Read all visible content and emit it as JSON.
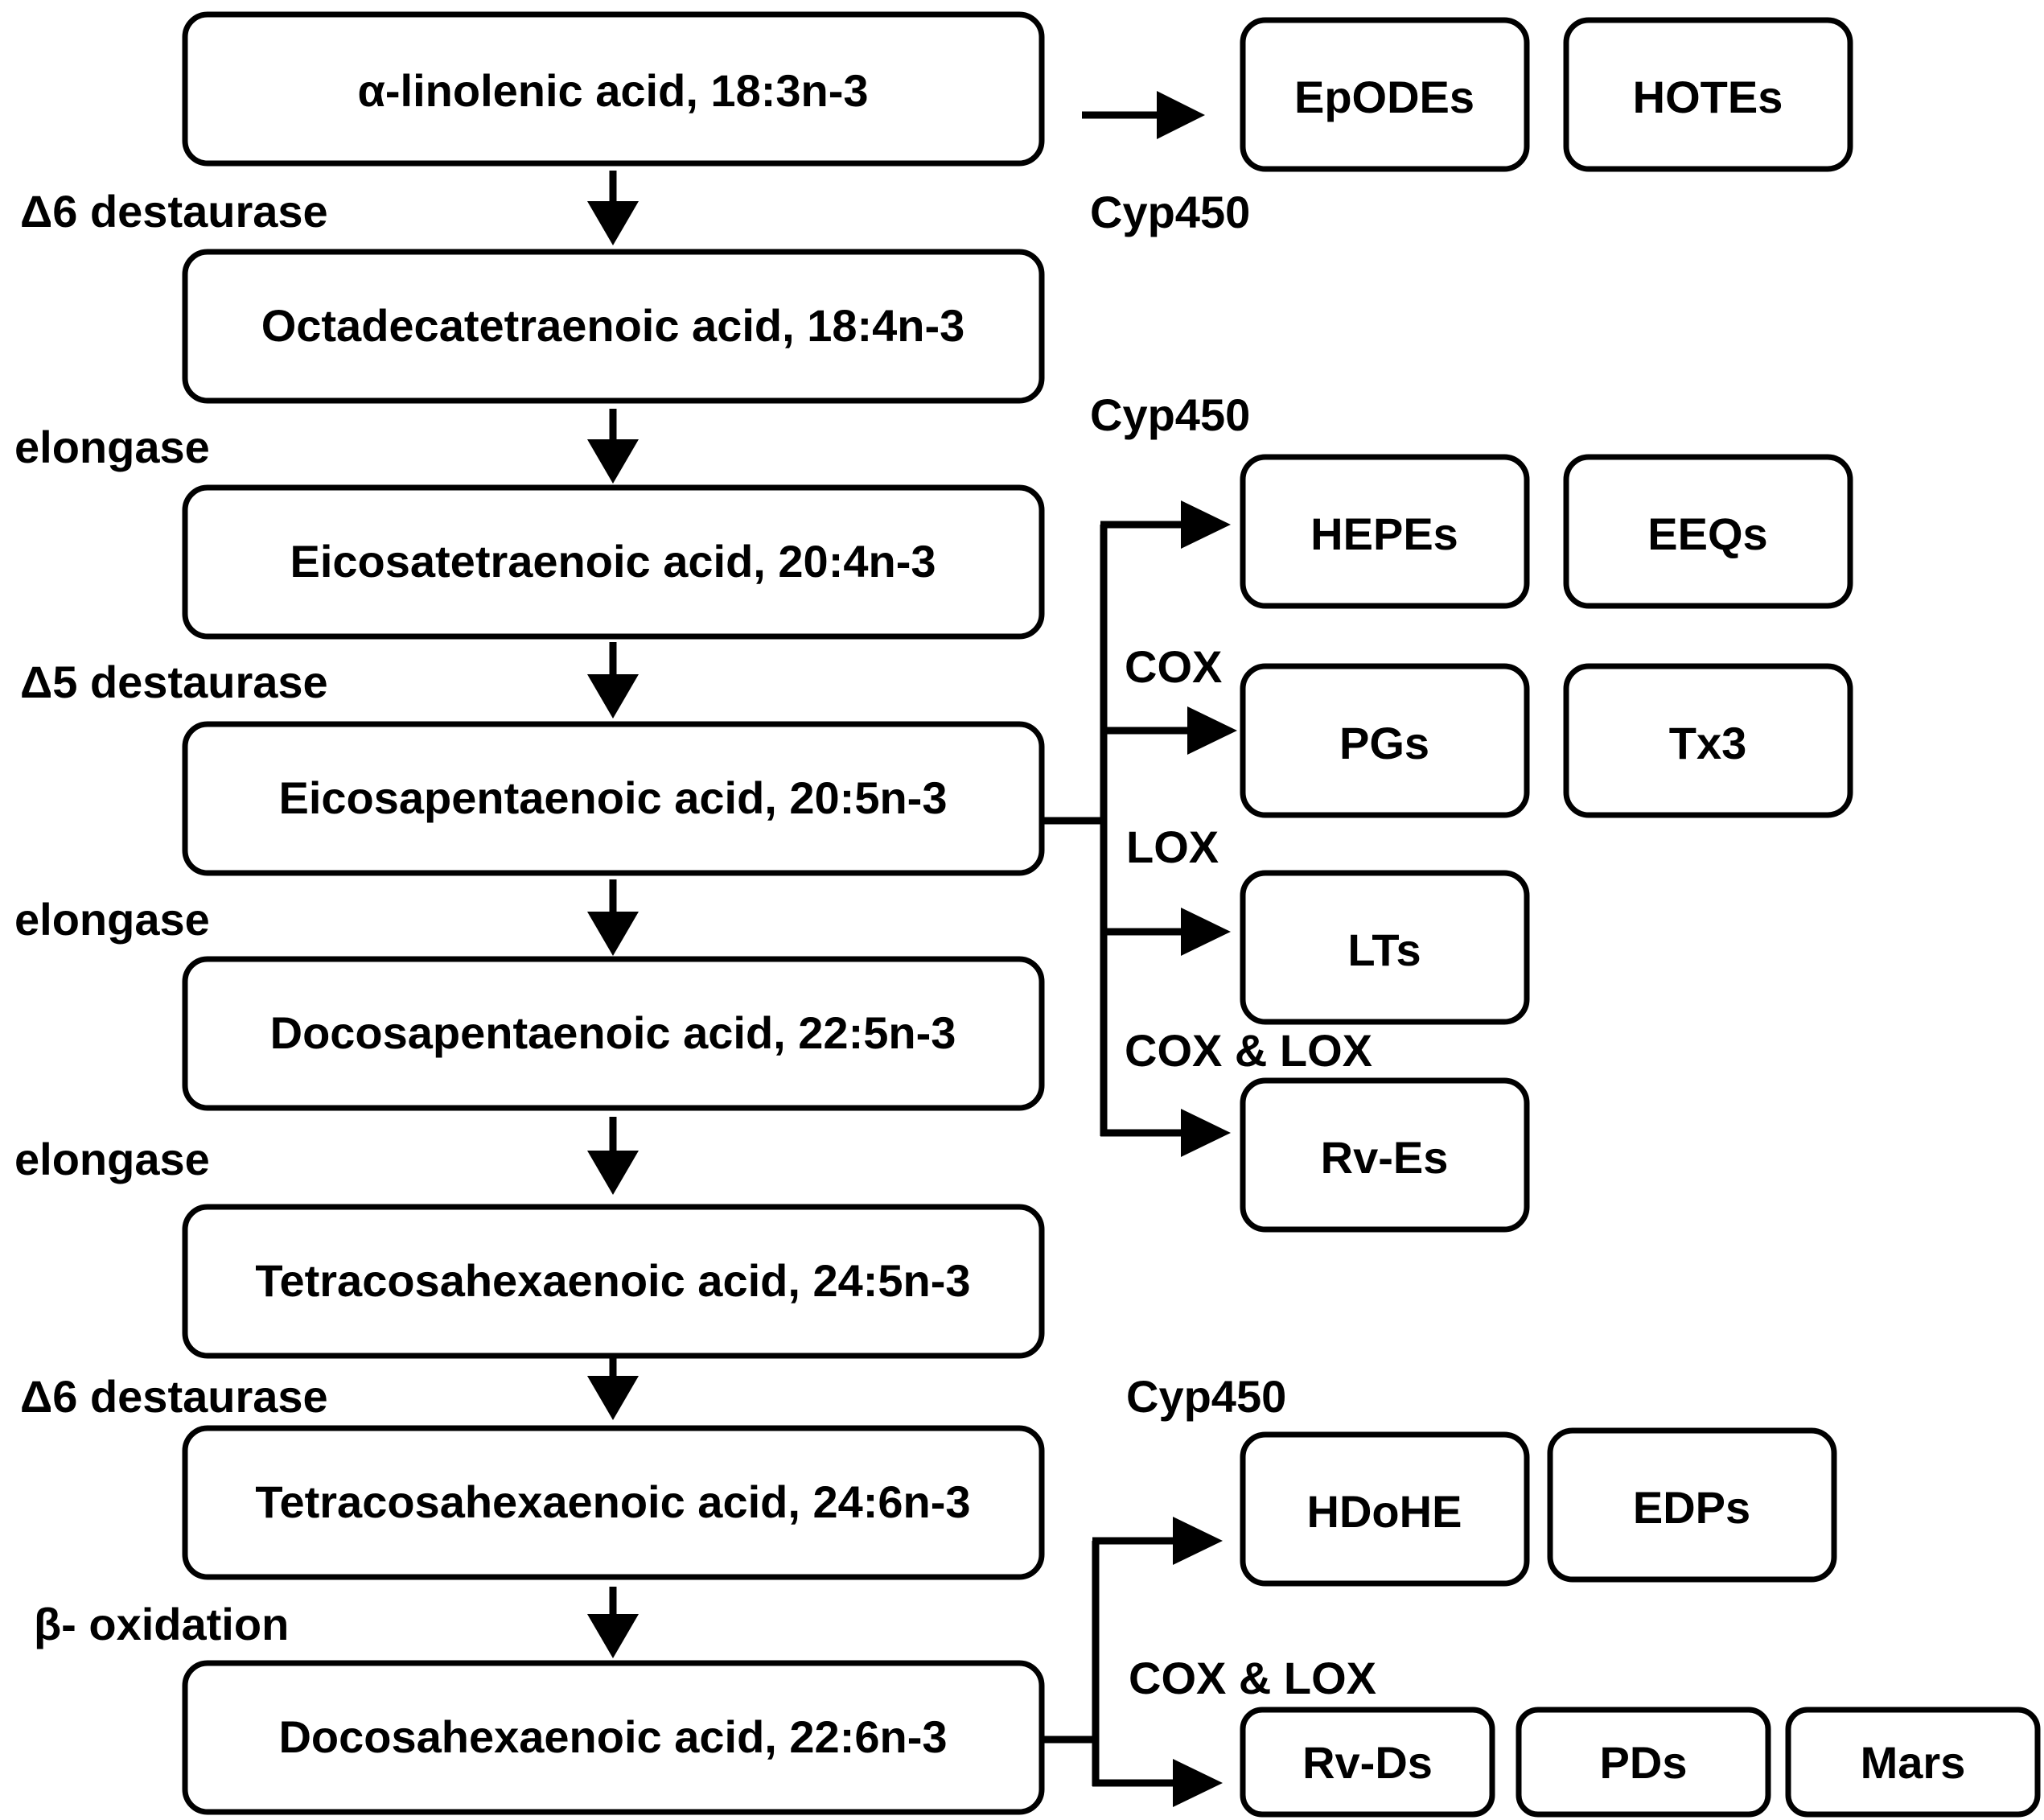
{
  "main_chain": [
    "α-linolenic acid, 18:3n-3",
    "Octadecatetraenoic acid, 18:4n-3",
    "Eicosatetraenoic acid, 20:4n-3",
    "Eicosapentaenoic acid, 20:5n-3",
    "Docosapentaenoic acid, 22:5n-3",
    "Tetracosahexaenoic acid, 24:5n-3",
    "Tetracosahexaenoic acid, 24:6n-3",
    "Docosahexaenoic acid, 22:6n-3"
  ],
  "enzymes": [
    "Δ6 destaurase",
    "elongase",
    "Δ5 destaurase",
    "elongase",
    "elongase",
    "Δ6 destaurase",
    "β- oxidation"
  ],
  "ala_products": {
    "pathway": "Cyp450",
    "products": [
      "EpODEs",
      "HOTEs"
    ]
  },
  "epa_branches": [
    {
      "pathway": "Cyp450",
      "products": [
        "HEPEs",
        "EEQs"
      ]
    },
    {
      "pathway": "COX",
      "products": [
        "PGs",
        "Tx3"
      ]
    },
    {
      "pathway": "LOX",
      "products": [
        "LTs"
      ]
    },
    {
      "pathway": "COX & LOX",
      "products": [
        "Rv-Es"
      ]
    }
  ],
  "dha_branches": [
    {
      "pathway": "Cyp450",
      "products": [
        "HDoHE",
        "EDPs"
      ]
    },
    {
      "pathway": "COX & LOX",
      "products": [
        "Rv-Ds",
        "PDs",
        "Mars"
      ]
    }
  ]
}
